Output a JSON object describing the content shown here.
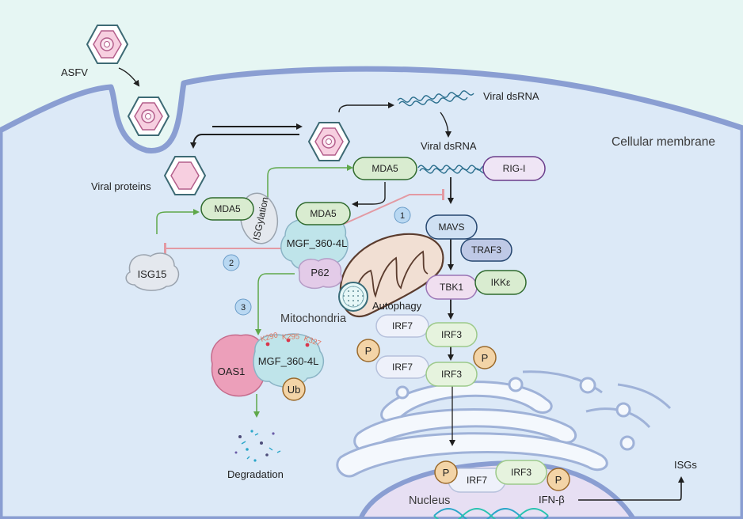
{
  "labels": {
    "asfv": "ASFV",
    "viral_proteins": "Viral proteins",
    "viral_dsrna_top": "Viral dsRNA",
    "viral_dsrna": "Viral dsRNA",
    "cellular_membrane": "Cellular membrane",
    "mitochondria": "Mitochondria",
    "autophagy": "Autophagy",
    "degradation": "Degradation",
    "nucleus": "Nucleus",
    "isgs": "ISGs",
    "ifn_b": "IFN-β",
    "isgylation": "ISGylation"
  },
  "proteins": {
    "mda5_top": "MDA5",
    "mda5_left": "MDA5",
    "mda5_mid": "MDA5",
    "rig_i": "RIG-I",
    "mavs": "MAVS",
    "traf3": "TRAF3",
    "tbk1": "TBK1",
    "ikke": "IKKε",
    "irf7_a": "IRF7",
    "irf3_a": "IRF3",
    "irf7_b": "IRF7",
    "irf3_b": "IRF3",
    "irf7_n": "IRF7",
    "irf3_n": "IRF3",
    "isg15": "ISG15",
    "mgf_top": "MGF_360-4L",
    "p62": "P62",
    "mgf_bottom": "MGF_360-4L",
    "oas1": "OAS1",
    "ub": "Ub",
    "p": "P"
  },
  "sites": {
    "k290": "K290",
    "k295": "K295",
    "k327": "K327"
  },
  "steps": {
    "one": "1",
    "two": "2",
    "three": "3"
  },
  "colors": {
    "outside": "#e6f6f3",
    "cytoplasm": "#dce9f7",
    "membrane": "#8a9ed2",
    "mda5_fill": "#d9ecd0",
    "mda5_stroke": "#2f6a2d",
    "rig_fill": "#efe5f5",
    "rig_stroke": "#6a3c8a",
    "mavs_fill": "#cfe0f3",
    "mavs_stroke": "#25466f",
    "traf3_fill": "#bfc9e6",
    "tbk1_fill": "#f0dff0",
    "irf3_fill": "#e6f3de",
    "irf7_fill": "#eef1fa",
    "p_fill": "#f3d4a7",
    "p_stroke": "#9b6a2b",
    "green_arrow": "#5fa84a",
    "inhibit": "#e39aa3",
    "step_fill": "#b9d8f2"
  }
}
